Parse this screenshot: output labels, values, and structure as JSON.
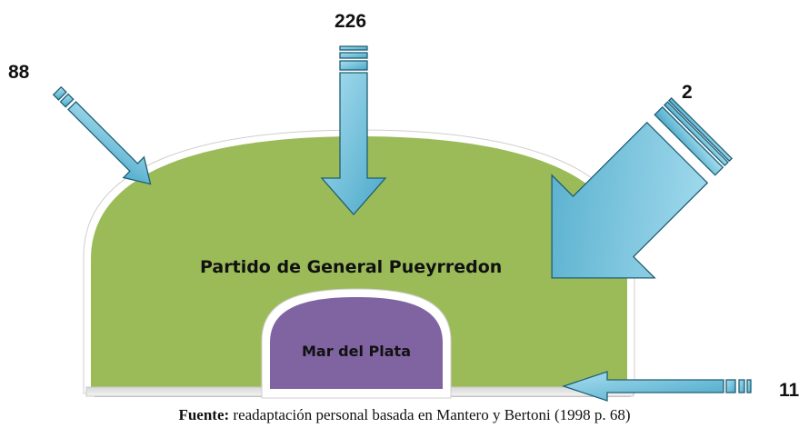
{
  "regions": {
    "partido": "Partido de General Pueyrredon",
    "city": "Mar del Plata"
  },
  "flows": {
    "north_west": "88",
    "north": "226",
    "north_east": "2",
    "east": "11"
  },
  "caption": {
    "label": "Fuente:",
    "text": " readaptación personal basada en Mantero y Bertoni (1998 p. 68)"
  },
  "colors": {
    "partido_fill": "#9bbb59",
    "city_fill": "#8064a2",
    "arrow_fill": "#6fc3dc",
    "arrow_stroke": "#1f5f74"
  }
}
